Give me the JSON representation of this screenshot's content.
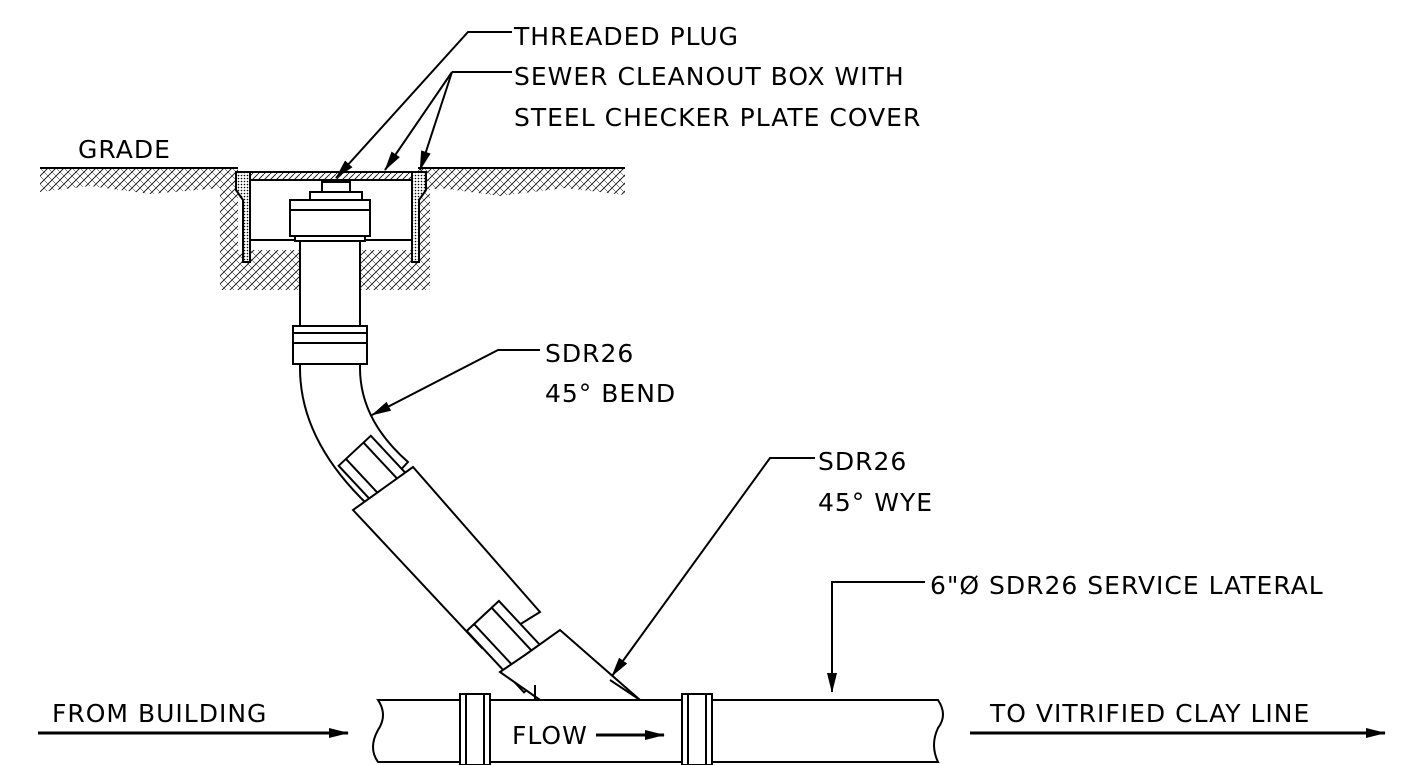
{
  "diagram": {
    "labels": {
      "threaded_plug": "THREADED PLUG",
      "cleanout_box_line1": "SEWER CLEANOUT BOX WITH",
      "cleanout_box_line2": "STEEL CHECKER PLATE COVER",
      "grade": "GRADE",
      "bend_line1": "SDR26",
      "bend_line2": "45° BEND",
      "wye_line1": "SDR26",
      "wye_line2": "45° WYE",
      "service_lateral": "6\"Ø SDR26 SERVICE LATERAL",
      "from_building": "FROM BUILDING",
      "flow": "FLOW",
      "to_clay_line": "TO VITRIFIED CLAY LINE"
    }
  }
}
